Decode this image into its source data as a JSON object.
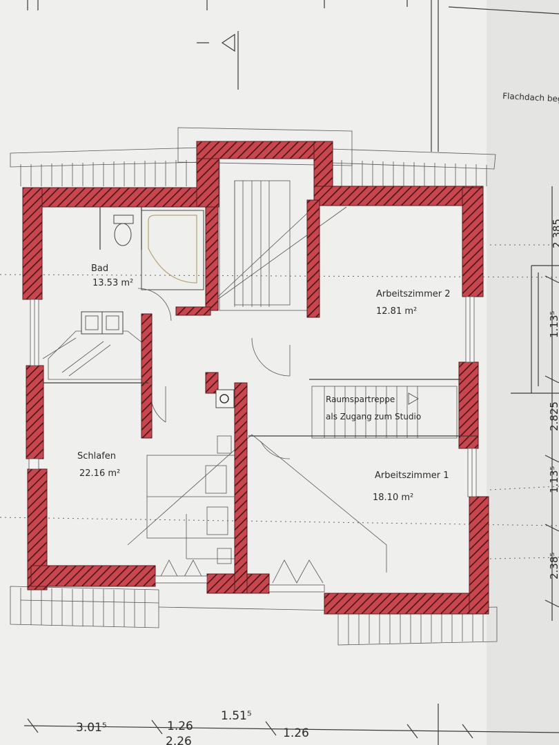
{
  "plan": {
    "wall_color": "#c8464e",
    "paper_color": "#efefed",
    "roof_note": "Flachdach beg",
    "rooms": [
      {
        "name": "Bad",
        "area": "13.53 m²"
      },
      {
        "name": "Arbeitszimmer 2",
        "area": "12.81 m²"
      },
      {
        "name": "Schlafen",
        "area": "22.16 m²"
      },
      {
        "name": "Arbeitszimmer 1",
        "area": "18.10 m²"
      }
    ],
    "stair_note": {
      "line1": "Raumspartreppe",
      "line2": "als Zugang zum Studio"
    },
    "bottom_dims": [
      "3.01⁵",
      "1.26",
      "1.51⁵",
      "1.26",
      "2.26"
    ],
    "right_dims": [
      "2.385",
      "1.13⁵",
      "2.825",
      "1.13⁵",
      "2.38⁵"
    ]
  }
}
